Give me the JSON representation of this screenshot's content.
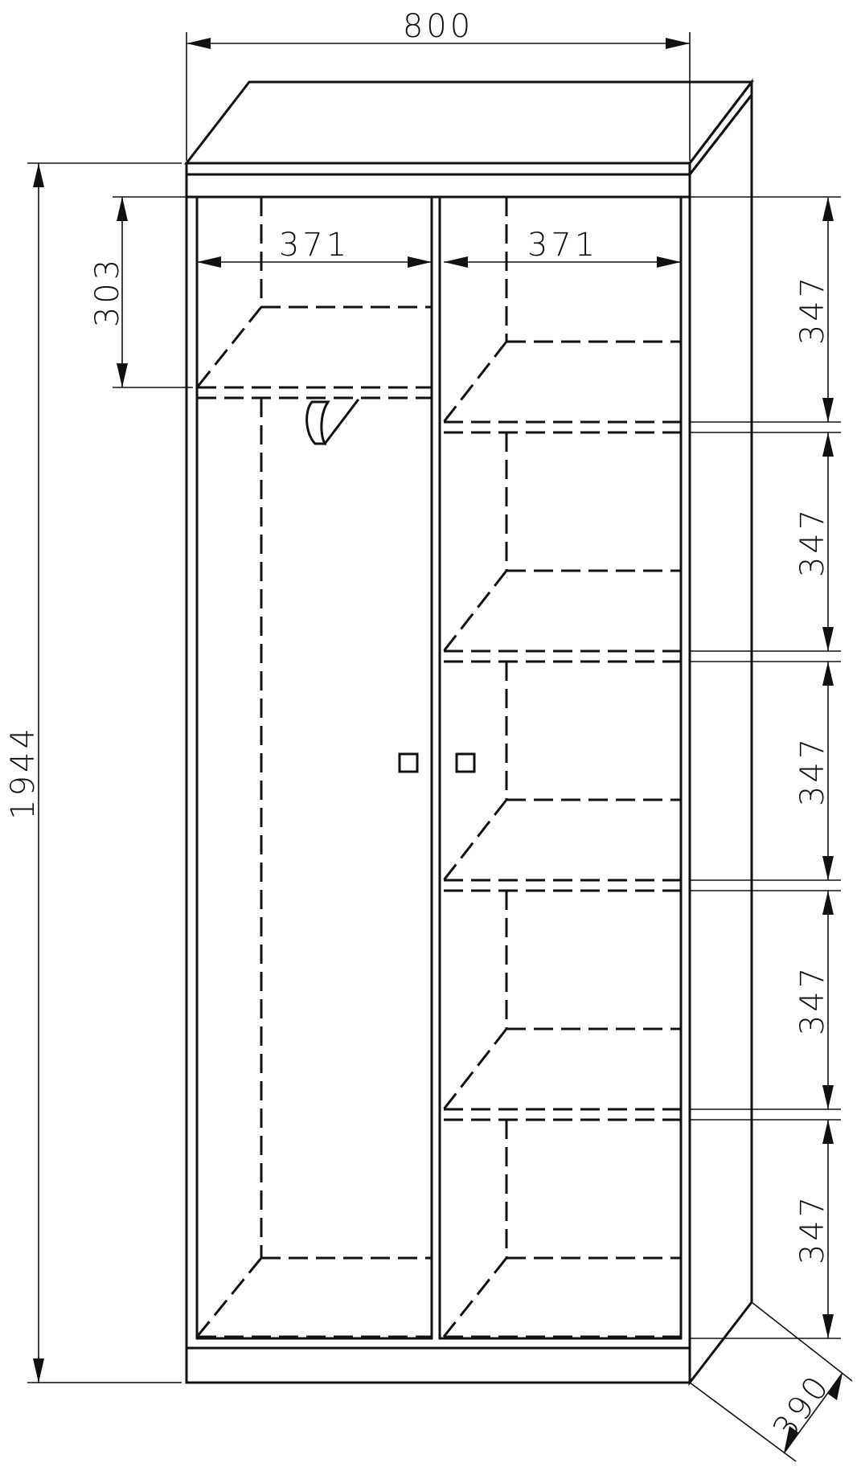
{
  "dimensions": {
    "total_width": "800",
    "total_height": "1944",
    "depth": "390",
    "left_compartment_width": "371",
    "right_compartment_width": "371",
    "top_shelf_height": "303",
    "right_shelf_heights": [
      "347",
      "347",
      "347",
      "347",
      "347"
    ]
  },
  "icons": {
    "hanger_rail": "hanger-rail-icon",
    "door_handles": "door-handle-icon"
  }
}
